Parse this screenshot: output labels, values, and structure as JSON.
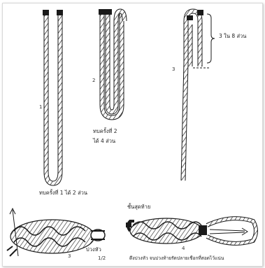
{
  "labels": {
    "fold1_number": "1",
    "fold1_caption": "ทบครั้งที่ 1 ได้ 2 ส่วน",
    "fold2_number": "2",
    "fold2_caption_line1": "ทบครั้งที่ 2",
    "fold2_caption_line2": "ได้ 4 ส่วน",
    "fold3_number": "3",
    "fold3_caption": "3 ใน 8 ส่วน",
    "step3_number": "3",
    "step3_loop_label": "บ่วงหัว",
    "step3_fraction": "1/2",
    "step4_top_label": "ชั้นสุดท้าย",
    "step4_number": "4",
    "step4_caption": "ดึงบ่วงหัว จนบ่วงท้ายรัดปลายเชือกที่สอดไว้แน่น"
  },
  "colors": {
    "ink": "#1a1a1a",
    "rope_fill": "#ffffff",
    "frame_border": "#d9d9d9"
  }
}
